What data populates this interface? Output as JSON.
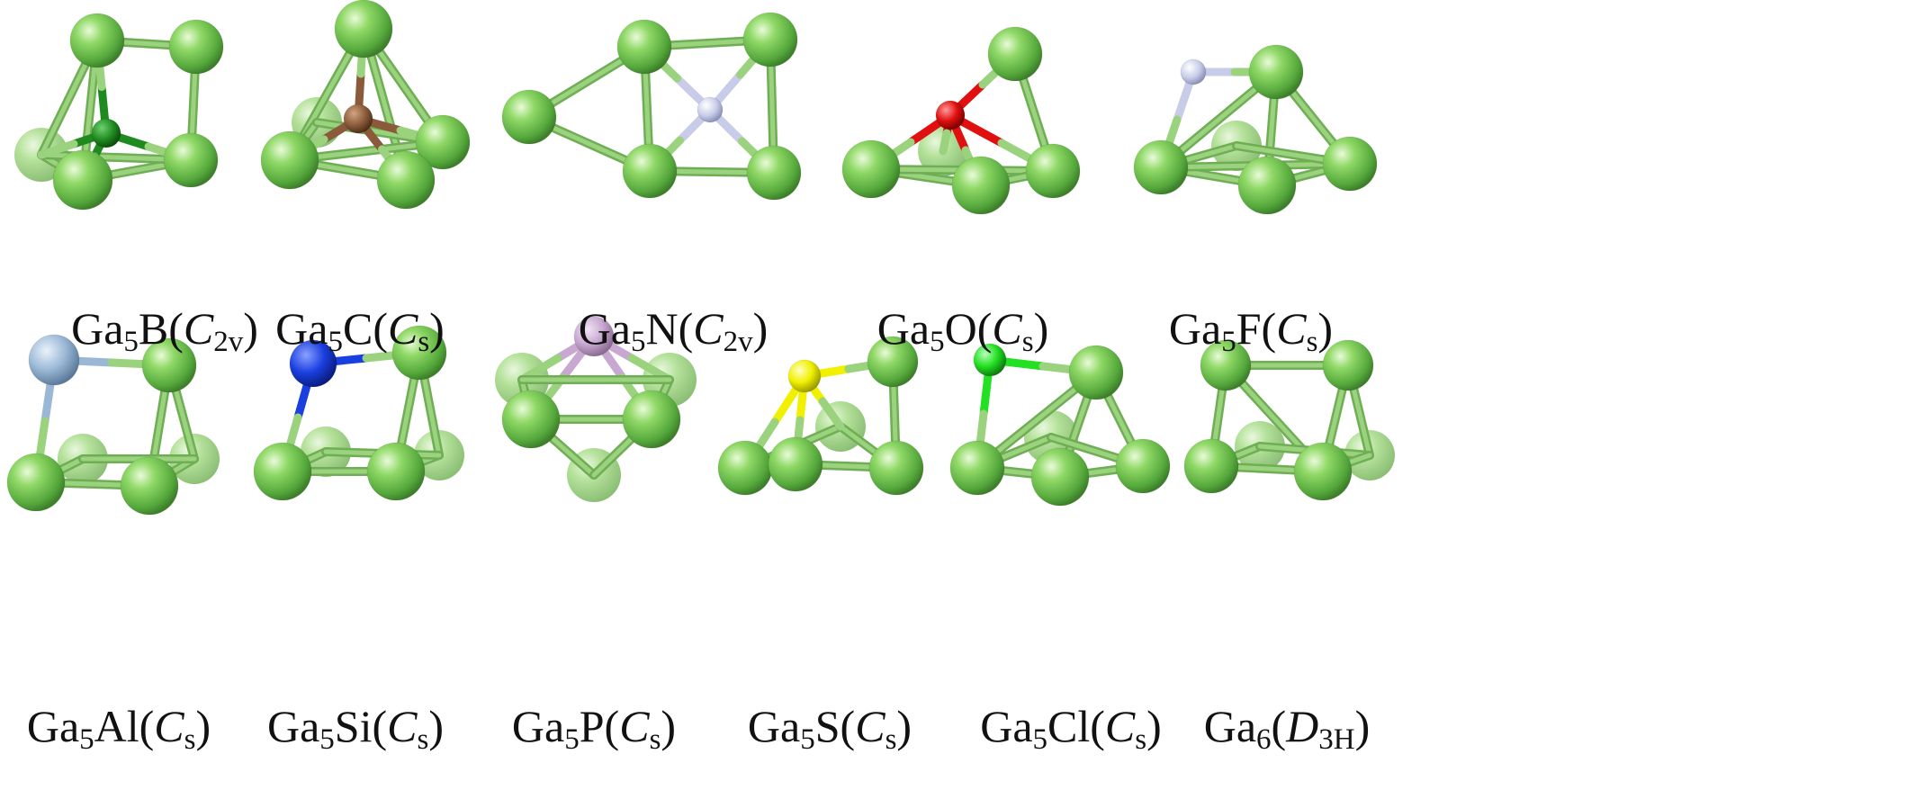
{
  "colors": {
    "Ga": "#7ccf5a",
    "B": "#1f8a1f",
    "C": "#8a5a3a",
    "N": "#c8cce8",
    "O": "#e01010",
    "F": "#c8cce8",
    "Al": "#9ab8d6",
    "Si": "#1a3fe0",
    "P": "#c8a8d0",
    "S": "#f0f000",
    "Cl": "#22e022",
    "bond": "#9ad27e"
  },
  "clusters": [
    {
      "id": "Ga5B",
      "dopant": "B",
      "formula": {
        "base": "Ga",
        "sub": "5",
        "dopant": "B",
        "sym": "C",
        "symsub": "2v"
      }
    },
    {
      "id": "Ga5C",
      "dopant": "C",
      "formula": {
        "base": "Ga",
        "sub": "5",
        "dopant": "C",
        "sym": "C",
        "symsub": "s"
      }
    },
    {
      "id": "Ga5N",
      "dopant": "N",
      "formula": {
        "base": "Ga",
        "sub": "5",
        "dopant": "N",
        "sym": "C",
        "symsub": "2v"
      }
    },
    {
      "id": "Ga5O",
      "dopant": "O",
      "formula": {
        "base": "Ga",
        "sub": "5",
        "dopant": "O",
        "sym": "C",
        "symsub": "s"
      }
    },
    {
      "id": "Ga5F",
      "dopant": "F",
      "formula": {
        "base": "Ga",
        "sub": "5",
        "dopant": "F",
        "sym": "C",
        "symsub": "s"
      }
    },
    {
      "id": "Ga5Al",
      "dopant": "Al",
      "formula": {
        "base": "Ga",
        "sub": "5",
        "dopant": "Al",
        "sym": "C",
        "symsub": "s"
      }
    },
    {
      "id": "Ga5Si",
      "dopant": "Si",
      "formula": {
        "base": "Ga",
        "sub": "5",
        "dopant": "Si",
        "sym": "C",
        "symsub": "s"
      }
    },
    {
      "id": "Ga5P",
      "dopant": "P",
      "formula": {
        "base": "Ga",
        "sub": "5",
        "dopant": "P",
        "sym": "C",
        "symsub": "s"
      }
    },
    {
      "id": "Ga5S",
      "dopant": "S",
      "formula": {
        "base": "Ga",
        "sub": "5",
        "dopant": "S",
        "sym": "C",
        "symsub": "s"
      }
    },
    {
      "id": "Ga5Cl",
      "dopant": "Cl",
      "formula": {
        "base": "Ga",
        "sub": "5",
        "dopant": "Cl",
        "sym": "C",
        "symsub": "s"
      }
    },
    {
      "id": "Ga6",
      "dopant": "",
      "formula": {
        "base": "Ga",
        "sub": "6",
        "dopant": "",
        "sym": "D",
        "symsub": "3H"
      }
    }
  ]
}
